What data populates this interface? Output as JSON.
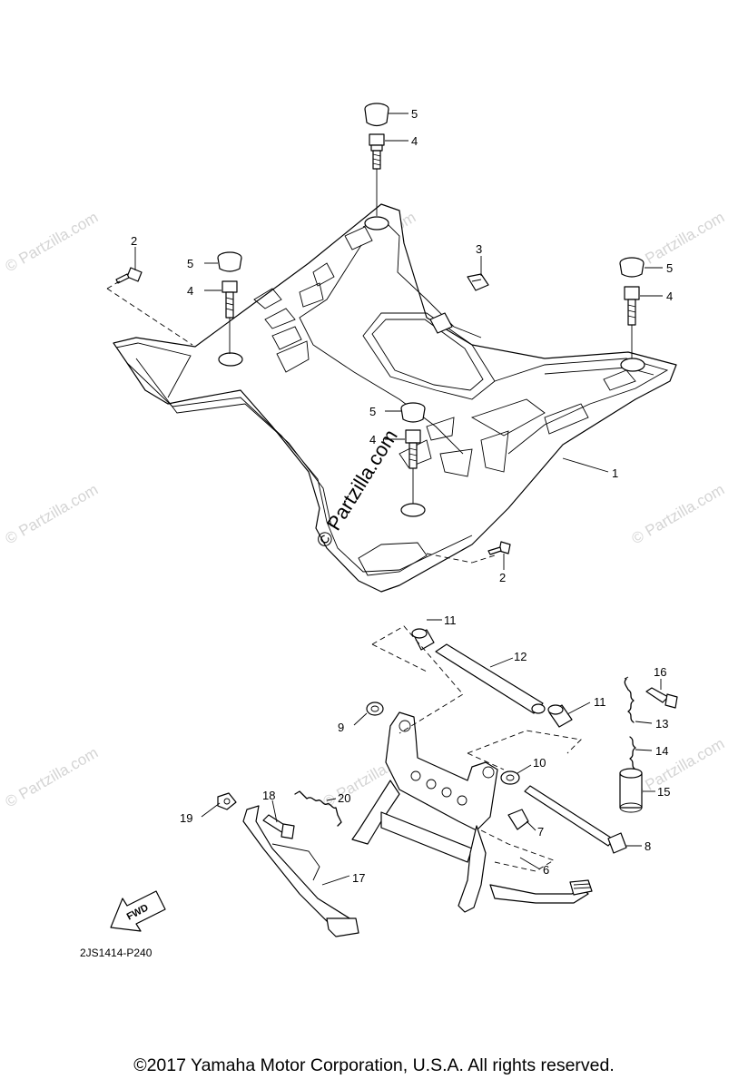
{
  "watermark": {
    "text": "© Partzilla.com"
  },
  "diagram_code": "2JS1414-P240",
  "fwd_label": "FWD",
  "copyright": "©2017  Yamaha Motor Corporation, U.S.A. All rights reserved.",
  "callouts": {
    "c1": "1",
    "c2a": "2",
    "c2b": "2",
    "c3": "3",
    "c4a": "4",
    "c4b": "4",
    "c4c": "4",
    "c4d": "4",
    "c5a": "5",
    "c5b": "5",
    "c5c": "5",
    "c5d": "5",
    "c6": "6",
    "c7": "7",
    "c8": "8",
    "c9": "9",
    "c10": "10",
    "c11a": "11",
    "c11b": "11",
    "c12": "12",
    "c13": "13",
    "c14": "14",
    "c15": "15",
    "c16": "16",
    "c17": "17",
    "c18": "18",
    "c19": "19",
    "c20": "20"
  }
}
